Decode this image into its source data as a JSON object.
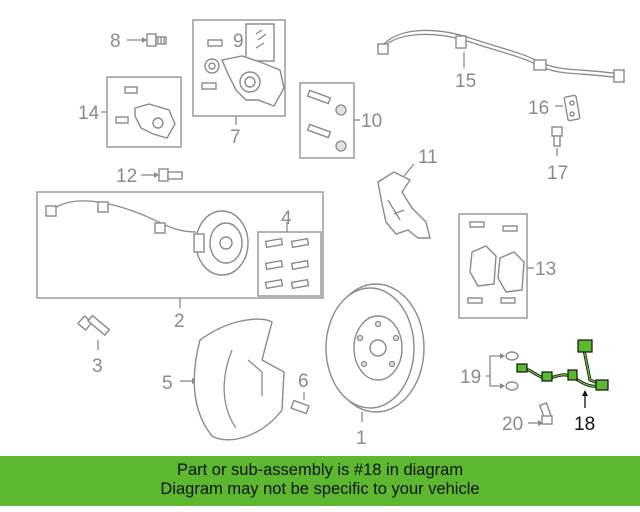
{
  "diagram": {
    "callouts": [
      {
        "id": "c1",
        "label": "1"
      },
      {
        "id": "c2",
        "label": "2"
      },
      {
        "id": "c3",
        "label": "3"
      },
      {
        "id": "c4",
        "label": "4"
      },
      {
        "id": "c5",
        "label": "5"
      },
      {
        "id": "c6",
        "label": "6"
      },
      {
        "id": "c7",
        "label": "7"
      },
      {
        "id": "c8",
        "label": "8"
      },
      {
        "id": "c9",
        "label": "9"
      },
      {
        "id": "c10",
        "label": "10"
      },
      {
        "id": "c11",
        "label": "11"
      },
      {
        "id": "c12",
        "label": "12"
      },
      {
        "id": "c13",
        "label": "13"
      },
      {
        "id": "c14",
        "label": "14"
      },
      {
        "id": "c15",
        "label": "15"
      },
      {
        "id": "c16",
        "label": "16"
      },
      {
        "id": "c17",
        "label": "17"
      },
      {
        "id": "c18",
        "label": "18"
      },
      {
        "id": "c19",
        "label": "19"
      },
      {
        "id": "c20",
        "label": "20"
      }
    ],
    "highlight_color": "#5cb82e",
    "line_color": "#8a8a8a"
  },
  "banner": {
    "line1": "Part or sub-assembly is #18 in diagram",
    "line2": "Diagram may not be specific to your vehicle",
    "color": "#5cb82e"
  }
}
